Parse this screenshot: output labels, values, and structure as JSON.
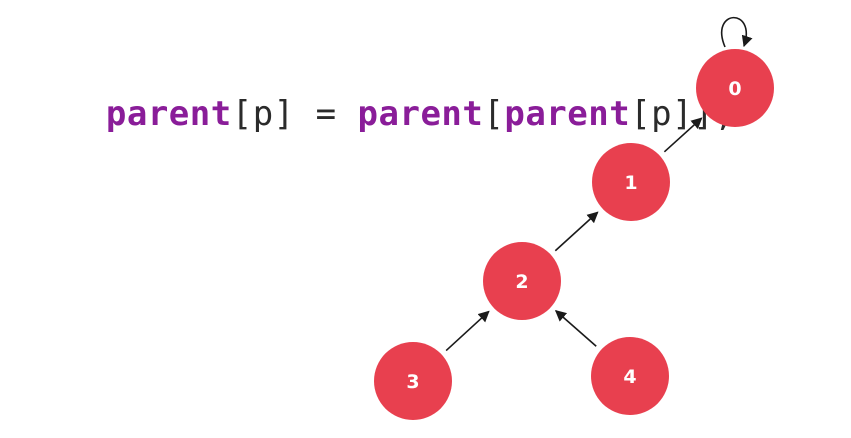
{
  "code": {
    "tokens": [
      {
        "text": "parent",
        "style": "kw"
      },
      {
        "text": "[p] = ",
        "style": "pl"
      },
      {
        "text": "parent",
        "style": "kw"
      },
      {
        "text": "[",
        "style": "pl"
      },
      {
        "text": "parent",
        "style": "kw"
      },
      {
        "text": "[p]];",
        "style": "pl"
      }
    ]
  },
  "tree": {
    "nodes": [
      {
        "id": "0",
        "label": "0"
      },
      {
        "id": "1",
        "label": "1"
      },
      {
        "id": "2",
        "label": "2"
      },
      {
        "id": "3",
        "label": "3"
      },
      {
        "id": "4",
        "label": "4"
      }
    ],
    "edges": [
      {
        "from": "1",
        "to": "0"
      },
      {
        "from": "2",
        "to": "1"
      },
      {
        "from": "3",
        "to": "2"
      },
      {
        "from": "4",
        "to": "2"
      }
    ],
    "self_loop": "0"
  },
  "colors": {
    "node_fill": "#e8404f",
    "node_label": "#ffffff",
    "keyword": "#8a1d99",
    "plain_text": "#2b2b2b",
    "arrow": "#1a1a1a"
  }
}
